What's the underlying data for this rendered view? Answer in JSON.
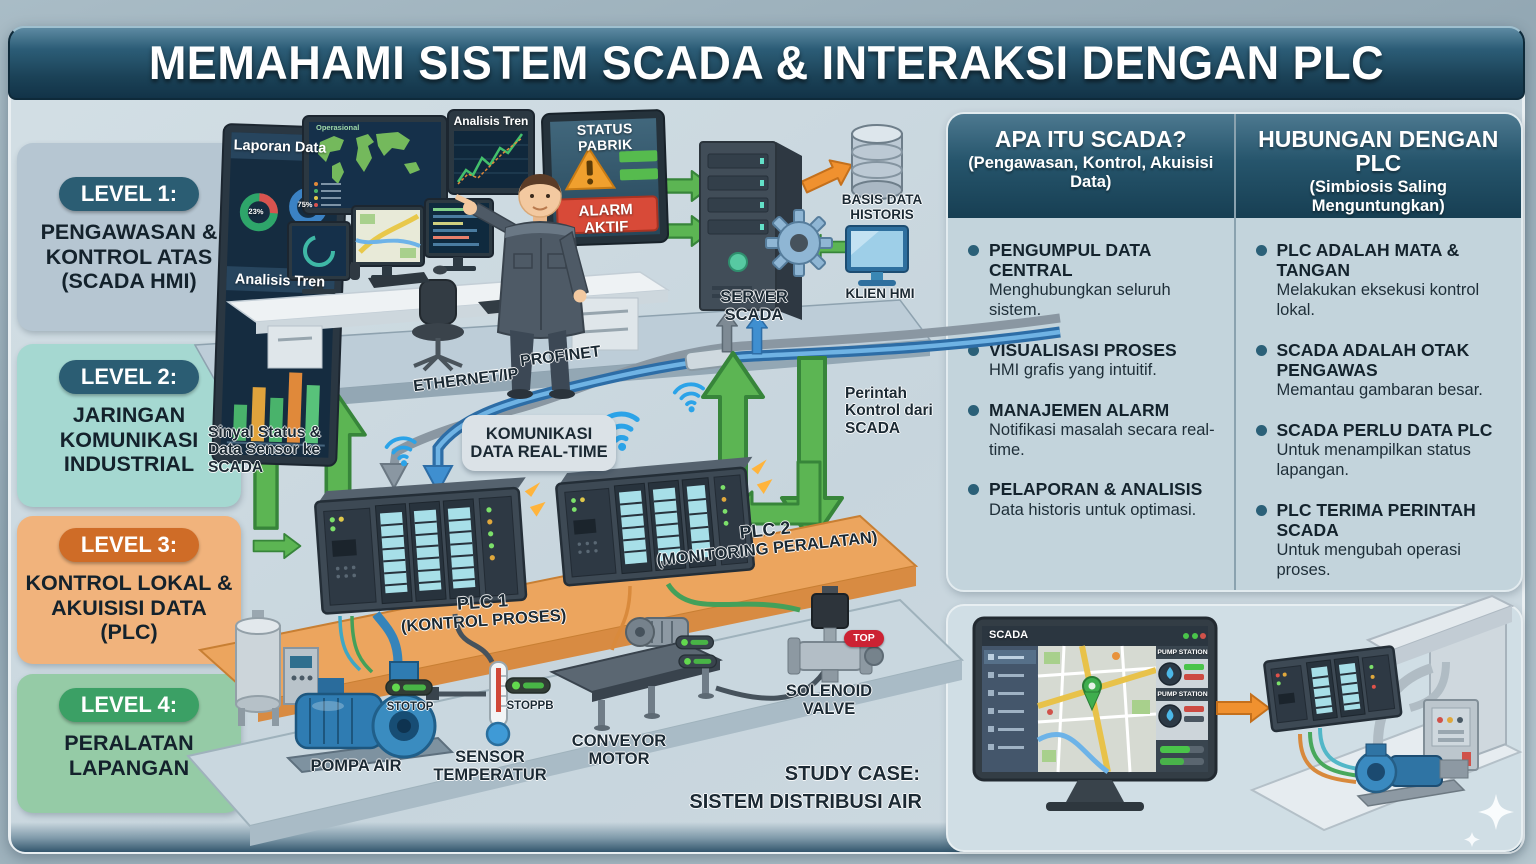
{
  "title": "MEMAHAMI SISTEM SCADA & INTERAKSI DENGAN PLC",
  "levels": [
    {
      "badge": "LEVEL 1:",
      "label": "PENGAWASAN & KONTROL ATAS (SCADA HMI)"
    },
    {
      "badge": "LEVEL 2:",
      "label": "JARINGAN KOMUNIKASI INDUSTRIAL"
    },
    {
      "badge": "LEVEL 3:",
      "label": "KONTROL LOKAL & AKUISISI DATA (PLC)"
    },
    {
      "badge": "LEVEL 4:",
      "label": "PERALATAN LAPANGAN"
    }
  ],
  "control_room": {
    "monitor_report_header": "Laporan Data",
    "monitor_report_sub": "Analisis Tren",
    "donut_left": "23%",
    "donut_right": "75%",
    "map_screen_label": "Operasional",
    "trend_monitor_header": "Analisis Tren",
    "status_sign_title": "STATUS PABRIK",
    "status_sign_alarm": "ALARM AKTIF"
  },
  "scada_core": {
    "server_label": "SERVER SCADA",
    "database_label": "BASIS DATA HISTORIS",
    "hmi_client_label": "KLIEN HMI"
  },
  "network": {
    "ethernet_label": "ETHERNET/IP",
    "profinet_label": "PROFINET",
    "comm_label": "KOMUNIKASI DATA REAL-TIME",
    "signal_label": "Sinyal Status & Data Sensor ke SCADA",
    "command_label": "Perintah Kontrol dari SCADA"
  },
  "plc_layer": {
    "plc1_name": "PLC 1",
    "plc1_role": "(KONTROL PROSES)",
    "plc2_name": "PLC 2",
    "plc2_role": "(MONITORING PERALATAN)"
  },
  "field": {
    "pump_label": "POMPA AIR",
    "sensor_label": "SENSOR TEMPERATUR",
    "conveyor_label": "CONVEYOR MOTOR",
    "valve_label": "SOLENOID VALVE",
    "valve_badge": "TOP",
    "pump_status": "STOTOP",
    "sensor_status": "STOPPB",
    "study_case_line1": "STUDY CASE:",
    "study_case_line2": "SISTEM DISTRIBUSI AIR"
  },
  "info_panel": {
    "scada_col": {
      "title": "APA ITU SCADA?",
      "subtitle": "(Pengawasan, Kontrol, Akuisisi Data)",
      "bullets": [
        {
          "head": "PENGUMPUL DATA CENTRAL",
          "body": "Menghubungkan seluruh sistem."
        },
        {
          "head": "VISUALISASI PROSES",
          "body": "HMI grafis yang intuitif."
        },
        {
          "head": "MANAJEMEN ALARM",
          "body": "Notifikasi masalah secara real-time."
        },
        {
          "head": "PELAPORAN & ANALISIS",
          "body": "Data historis untuk optimasi."
        }
      ]
    },
    "plc_col": {
      "title": "HUBUNGAN DENGAN PLC",
      "subtitle": "(Simbiosis Saling Menguntungkan)",
      "bullets": [
        {
          "head": "PLC ADALAH MATA & TANGAN",
          "body": "Melakukan eksekusi kontrol lokal."
        },
        {
          "head": "SCADA ADALAH OTAK PENGAWAS",
          "body": "Memantau gambaran besar."
        },
        {
          "head": "SCADA PERLU DATA PLC",
          "body": "Untuk menampilkan status lapangan."
        },
        {
          "head": "PLC TERIMA PERINTAH SCADA",
          "body": "Untuk mengubah operasi proses."
        }
      ]
    }
  },
  "inset": {
    "screen_title": "SCADA",
    "station1_label": "PUMP STATION",
    "station2_label": "PUMP STATION"
  },
  "colors": {
    "title_bar": "#1b4257",
    "level_teal": "#2b5d73",
    "level_orange": "#cf6c27",
    "level_green": "#3ba065",
    "arrow_green": "#5cb553",
    "arrow_orange": "#f0912f",
    "alarm_red": "#d84a38"
  }
}
